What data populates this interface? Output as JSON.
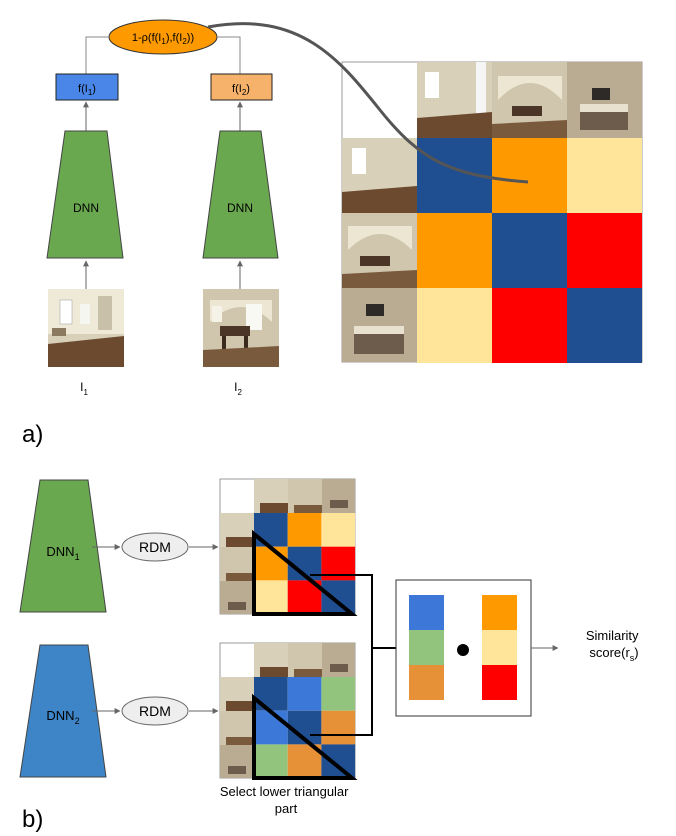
{
  "panel_a": {
    "panel_label": "a)",
    "formula_parts": [
      "1-ρ(f(I",
      "1",
      "),f(I",
      "2",
      "))"
    ],
    "feature_1": [
      "f(I",
      "1",
      ")"
    ],
    "feature_2": [
      "f(I",
      "2",
      ")"
    ],
    "network_1_label": "DNN",
    "network_2_label": "DNN",
    "input_1": [
      "I",
      "1"
    ],
    "input_2": [
      "I",
      "2"
    ],
    "rdm_colors": [
      [
        "#1f4e91",
        "#ff9900",
        "#ffe599"
      ],
      [
        "#ff9900",
        "#1f4e91",
        "#ff0000"
      ],
      [
        "#ffe599",
        "#ff0000",
        "#1f4e91"
      ]
    ]
  },
  "panel_b": {
    "panel_label": "b)",
    "network_1_label": [
      "DNN",
      "1"
    ],
    "network_2_label": [
      "DNN",
      "2"
    ],
    "rdm_1_label": "RDM",
    "rdm_2_label": "RDM",
    "rdm_1_colors": [
      [
        "#1f4e91",
        "#ff9900",
        "#ffe599"
      ],
      [
        "#ff9900",
        "#1f4e91",
        "#ff0000"
      ],
      [
        "#ffe599",
        "#ff0000",
        "#1f4e91"
      ]
    ],
    "rdm_2_colors": [
      [
        "#1f4e91",
        "#3b78d8",
        "#93c47d"
      ],
      [
        "#3b78d8",
        "#1f4e91",
        "#e69138"
      ],
      [
        "#93c47d",
        "#e69138",
        "#1f4e91"
      ]
    ],
    "vector_1_colors": [
      "#3d78d8",
      "#93c47d",
      "#e69138"
    ],
    "vector_2_colors": [
      "#ff9900",
      "#ffe599",
      "#ff0000"
    ],
    "caption_lines": [
      "Select lower triangular",
      "part"
    ],
    "result_lines": [
      "Similarity",
      "score(r",
      "s",
      ")"
    ]
  },
  "colors": {
    "network_green": "#6aa84f",
    "network_blue": "#3d85c6",
    "feature_blue": "#4a86e8",
    "feature_orange": "#f6b26b",
    "formula_orange": "#ff9900",
    "rdm_pill": "#eeeeee"
  }
}
